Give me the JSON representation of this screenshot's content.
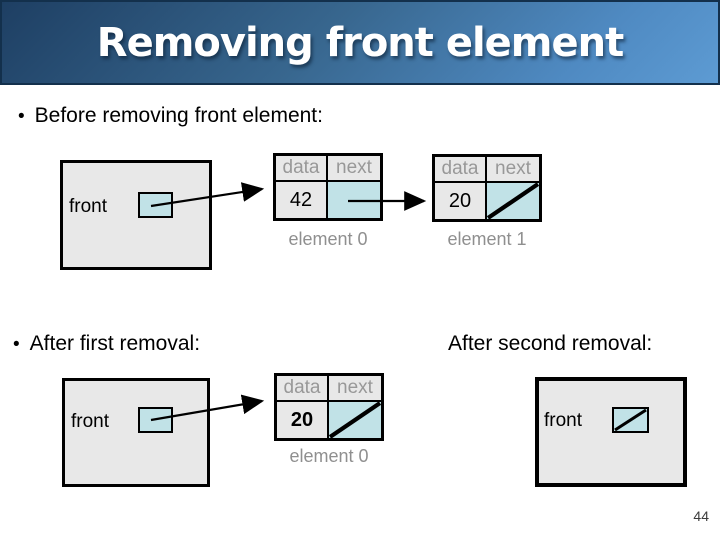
{
  "slide": {
    "title": "Removing front element",
    "page_number": "44"
  },
  "bullets": {
    "marker": "•",
    "before": "Before removing front element:",
    "after_first": "After first removal:",
    "after_second": "After second removal:"
  },
  "labels": {
    "data_header": "data",
    "next_header": "next"
  },
  "before_diagram": {
    "front_label": "front",
    "node0": {
      "data": "42",
      "caption": "element 0",
      "next_is_null": false
    },
    "node1": {
      "data": "20",
      "caption": "element 1",
      "next_is_null": true
    }
  },
  "after_first_diagram": {
    "front_label": "front",
    "node0": {
      "data": "20",
      "caption": "element 0",
      "next_is_null": true
    }
  },
  "after_second_diagram": {
    "front_label": "front",
    "pointer_is_null": true
  },
  "colors": {
    "title_gradient_top_left": "#1e3f63",
    "title_gradient_bottom_right": "#5d9bd3",
    "box_fill": "#e8e8e8",
    "pointer_fill": "#c1e2e7",
    "muted_text": "#8f8f8f"
  }
}
